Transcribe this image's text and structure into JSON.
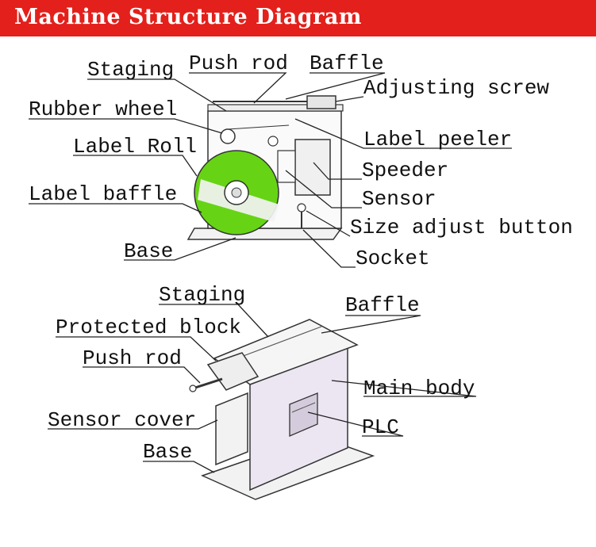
{
  "header": {
    "title": "Machine Structure Diagram"
  },
  "colors": {
    "banner": "#e3201b",
    "label_roll": "#66d414",
    "machine_top": "#f5f5f5",
    "machine_body": "#ece6f2"
  },
  "top_diagram": {
    "labels": {
      "staging": "Staging",
      "push_rod": "Push rod",
      "baffle": "Baffle",
      "adjusting_screw": "Adjusting screw",
      "rubber_wheel": "Rubber wheel",
      "label_roll": "Label Roll",
      "label_baffle": "Label baffle",
      "base": "Base",
      "label_peeler": "Label peeler",
      "speeder": "Speeder",
      "sensor": "Sensor",
      "size_adjust_button": "Size adjust button",
      "socket": "Socket"
    }
  },
  "bottom_diagram": {
    "labels": {
      "staging": "Staging",
      "baffle": "Baffle",
      "protected_block": "Protected block",
      "push_rod": "Push rod",
      "main_body": "Main body",
      "sensor_cover": "Sensor cover",
      "plc": "PLC",
      "base": "Base"
    }
  }
}
